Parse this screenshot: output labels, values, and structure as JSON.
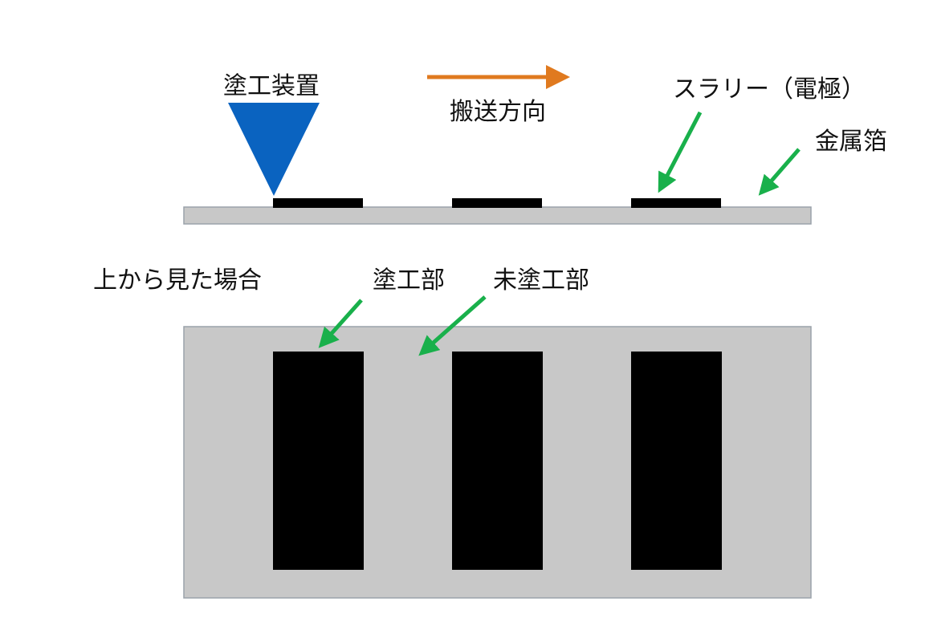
{
  "labels": {
    "coater": "塗工装置",
    "direction": "搬送方向",
    "slurry": "スラリー（電極）",
    "foil": "金属箔",
    "top_view": "上から見た場合",
    "coated": "塗工部",
    "uncoated": "未塗工部"
  },
  "colors": {
    "coater": "#0a63c0",
    "direction_arrow": "#e07a1f",
    "pointer_arrow": "#19b04b",
    "foil": "#c8c8c8",
    "foil_border": "#9aa2aa",
    "slurry": "#000000"
  },
  "icons": {
    "coater": "inverted-triangle",
    "direction": "right-arrow",
    "pointer": "diagonal-arrow"
  }
}
